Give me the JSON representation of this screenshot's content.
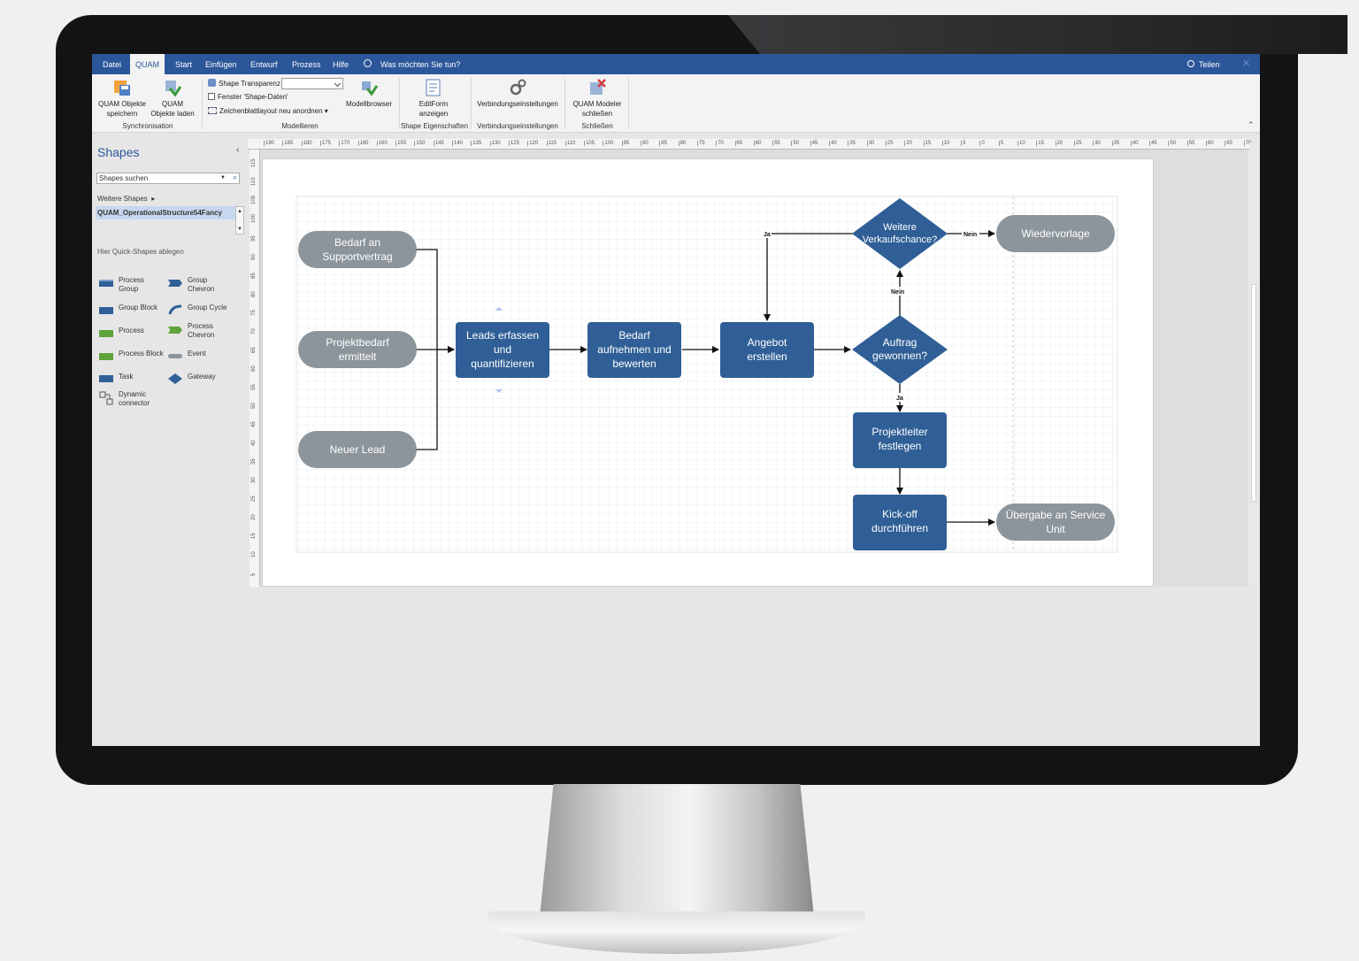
{
  "tabs": [
    {
      "label": "Datei",
      "active": false
    },
    {
      "label": "QUAM",
      "active": true
    },
    {
      "label": "Start",
      "active": false
    },
    {
      "label": "Einfügen",
      "active": false
    },
    {
      "label": "Entwurf",
      "active": false
    },
    {
      "label": "Prozess",
      "active": false
    },
    {
      "label": "Hilfe",
      "active": false
    }
  ],
  "tell_me": "Was möchten Sie tun?",
  "share": "Teilen",
  "ribbon": {
    "save_l1": "QUAM Objekte",
    "save_l2": "speichern",
    "load_l1": "QUAM",
    "load_l2": "Objekte laden",
    "group_sync": "Synchronisation",
    "shape_transparency": "Shape Transparenz",
    "window_shape_data": "Fenster 'Shape-Daten'",
    "relayout": "Zeichenblattlayout neu anordnen",
    "model_browser": "Modellbrowser",
    "group_model": "Modellieren",
    "editform_l1": "EditForm",
    "editform_l2": "anzeigen",
    "group_shape_props": "Shape Eigenschaften",
    "conn_settings": "Verbindungseinstellungen",
    "group_conn": "Verbindungseinstellungen",
    "close_l1": "QUAM Modeler",
    "close_l2": "schließen",
    "group_close": "Schließen"
  },
  "pane": {
    "title": "Shapes",
    "search_placeholder": "Shapes suchen",
    "more_shapes": "Weitere Shapes",
    "stencil": "QUAM_OperationalStructure54Fancy",
    "quick_shapes": "Hier Quick-Shapes ablegen",
    "shapes": [
      {
        "l1": "Process",
        "l2": "Group"
      },
      {
        "l1": "Group",
        "l2": "Chevron"
      },
      {
        "l1": "Group Block",
        "l2": ""
      },
      {
        "l1": "Group Cycle",
        "l2": ""
      },
      {
        "l1": "Process",
        "l2": ""
      },
      {
        "l1": "Process",
        "l2": "Chevron"
      },
      {
        "l1": "Process Block",
        "l2": ""
      },
      {
        "l1": "Event",
        "l2": ""
      },
      {
        "l1": "Task",
        "l2": ""
      },
      {
        "l1": "Gateway",
        "l2": ""
      },
      {
        "l1": "Dynamic",
        "l2": "connector"
      }
    ]
  },
  "ruler": {
    "h_ticks": [
      "190",
      "185",
      "180",
      "175",
      "170",
      "165",
      "160",
      "155",
      "150",
      "145",
      "140",
      "135",
      "130",
      "125",
      "120",
      "115",
      "110",
      "105",
      "100",
      "95",
      "90",
      "85",
      "80",
      "75",
      "70",
      "65",
      "60",
      "55",
      "50",
      "45",
      "40",
      "35",
      "30",
      "25",
      "20",
      "15",
      "10",
      "5",
      "0",
      "5",
      "10",
      "15",
      "20",
      "25",
      "30",
      "35",
      "40",
      "45",
      "50",
      "55",
      "60",
      "65",
      "70"
    ],
    "v_ticks": [
      "115",
      "110",
      "105",
      "100",
      "95",
      "90",
      "85",
      "80",
      "75",
      "70",
      "65",
      "60",
      "55",
      "50",
      "45",
      "40",
      "35",
      "30",
      "25",
      "20",
      "15",
      "10",
      "5"
    ]
  },
  "diagram": {
    "events": {
      "bedarf_support": [
        "Bedarf an",
        "Supportvertrag"
      ],
      "projektbedarf": [
        "Projektbedarf",
        "ermittelt"
      ],
      "neuer_lead": [
        "Neuer Lead"
      ],
      "wiedervorlage": [
        "Wiedervorlage"
      ],
      "uebergabe": [
        "Übergabe an Service",
        "Unit"
      ]
    },
    "tasks": {
      "leads": [
        "Leads erfassen",
        "und",
        "quantifizieren"
      ],
      "bedarf": [
        "Bedarf",
        "aufnehmen und",
        "bewerten"
      ],
      "angebot": [
        "Angebot",
        "erstellen"
      ],
      "projektleiter": [
        "Projektleiter",
        "festlegen"
      ],
      "kickoff": [
        "Kick-off",
        "durchführen"
      ]
    },
    "gateways": {
      "verkaufschance": [
        "Weitere",
        "Verkaufschance?"
      ],
      "auftrag": [
        "Auftrag",
        "gewonnen?"
      ]
    },
    "labels": {
      "ja_top": "Ja",
      "nein_right": "Nein",
      "nein_up": "Nein",
      "ja_down": "Ja"
    },
    "colors": {
      "task": "#2f5f96",
      "event": "#8c959b",
      "line": "#111111"
    }
  }
}
